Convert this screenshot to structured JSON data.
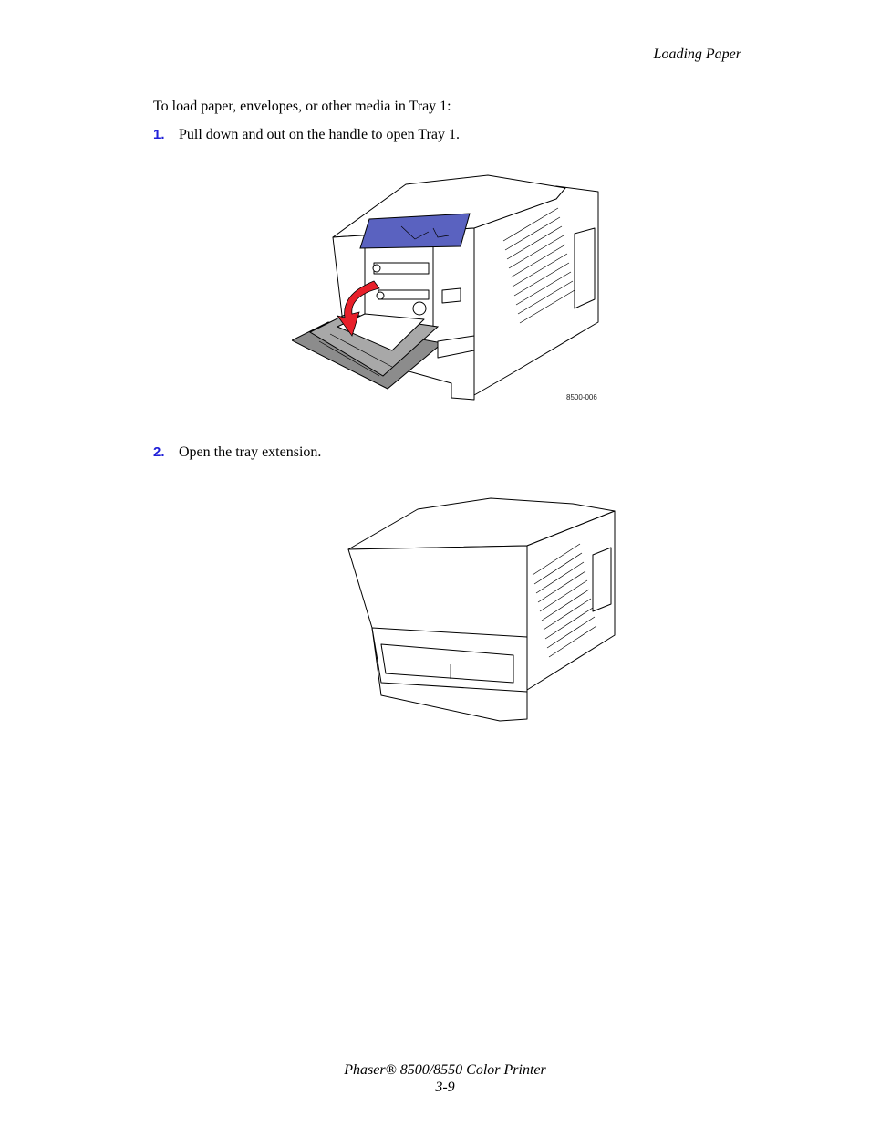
{
  "header": {
    "section_title": "Loading Paper"
  },
  "intro_text": "To load paper, envelopes, or other media in Tray 1:",
  "steps": [
    {
      "number": "1.",
      "text": "Pull down and out on the handle to open Tray 1."
    },
    {
      "number": "2.",
      "text": "Open the tray extension."
    }
  ],
  "figures": [
    {
      "label": "8500-006"
    }
  ],
  "footer": {
    "product": "Phaser® 8500/8550 Color Printer",
    "page": "3-9"
  },
  "colors": {
    "step_number": "#2020d8",
    "arrow": "#e8202a",
    "panel": "#5a62c0"
  }
}
